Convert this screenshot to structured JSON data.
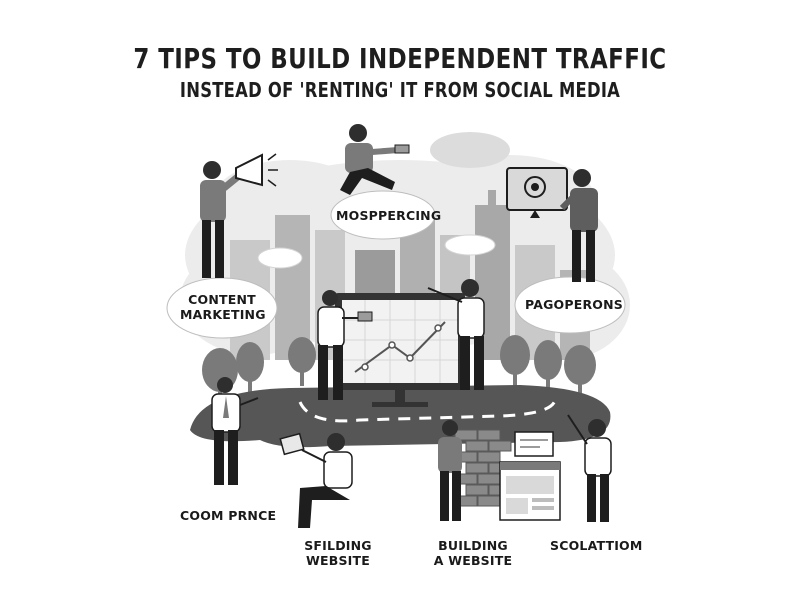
{
  "header": {
    "title": "7 TIPS TO BUILD INDEPENDENT TRAFFIC",
    "subtitle": "INSTEAD OF 'RENTING' IT FROM SOCIAL MEDIA"
  },
  "labels": {
    "mosppercing": "MOSPPERCING",
    "content_marketing_1": "CONTENT",
    "content_marketing_2": "MARKETING",
    "pagoperons": "PAGOPERONS",
    "coom_prnce": "COOM PRNCE",
    "sfilding_website_1": "SFILDING",
    "sfilding_website_2": "WEBSITE",
    "building_website_1": "BUILDING",
    "building_website_2": "A WEBSITE",
    "scolattiom": "SCOLATTIOM"
  },
  "colors": {
    "ink": "#1e1e1e",
    "cloud": "#ececec",
    "city_light": "#c9c9c9",
    "city_dark": "#9b9b9b",
    "road": "#565656",
    "tree": "#7a7a7a"
  }
}
